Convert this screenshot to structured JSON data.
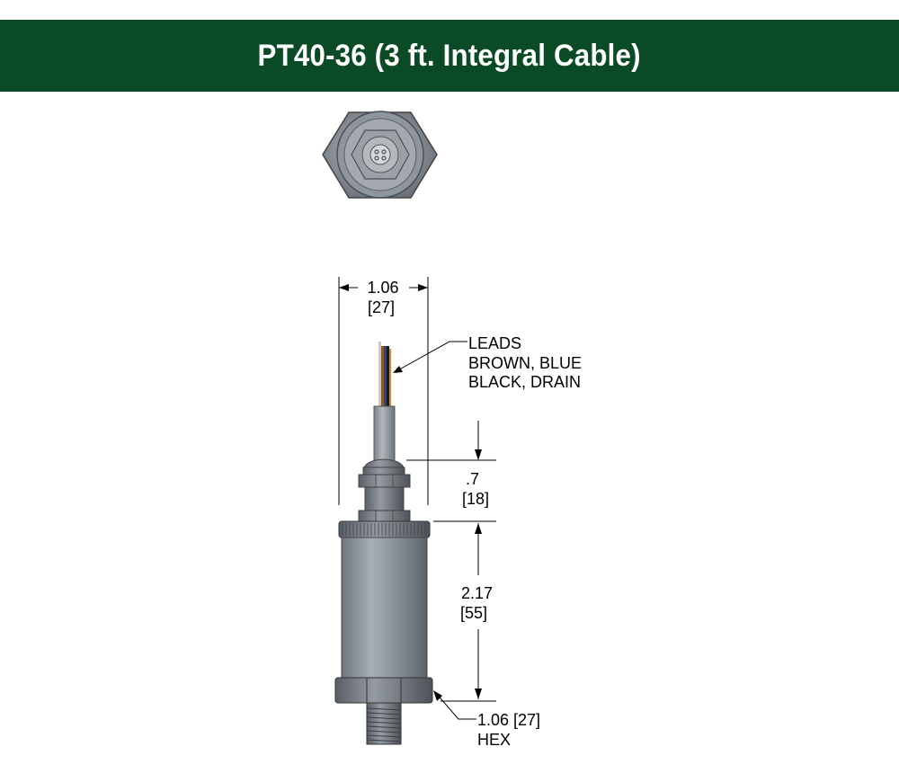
{
  "header": {
    "title": "PT40-36 (3 ft. Integral Cable)",
    "background_color": "#0a4a24",
    "text_color": "#ffffff"
  },
  "drawing": {
    "body_color": "#8e949c",
    "wire_colors": [
      "#8a5a2a",
      "#2a3f8f",
      "#1a1a1a",
      "#c9c9c9",
      "#d98a2b"
    ],
    "dimensions": {
      "width": {
        "value": "1.06",
        "metric": "[27]"
      },
      "gland": {
        "value": ".7",
        "metric": "[18]"
      },
      "length": {
        "value": "2.17",
        "metric": "[55]"
      },
      "hex": {
        "value": "1.06 [27]",
        "label": "HEX"
      }
    },
    "leads": {
      "title": "LEADS",
      "line1": "BROWN, BLUE",
      "line2": "BLACK, DRAIN"
    }
  }
}
